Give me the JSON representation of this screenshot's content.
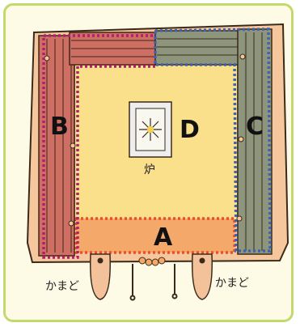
{
  "zones": {
    "a": {
      "label": "A",
      "color": "#f4a96a"
    },
    "b": {
      "label": "B",
      "color": "#cf6f63"
    },
    "c": {
      "label": "C",
      "color": "#8d957d"
    },
    "d": {
      "label": "D",
      "color": "#fbe08b"
    }
  },
  "hearth": {
    "label": "炉"
  },
  "kamado": {
    "left": "かまど",
    "right": "かまど"
  },
  "colors": {
    "background": "#fdfbe6",
    "frame_border": "#c3d96b",
    "outer_floor": "#f6c79d",
    "outline": "#3a2a1a",
    "b_dots": "#b41e6e",
    "c_dots": "#3e63b0",
    "a_dots": "#e8502b",
    "stove": "#f3c29a"
  }
}
